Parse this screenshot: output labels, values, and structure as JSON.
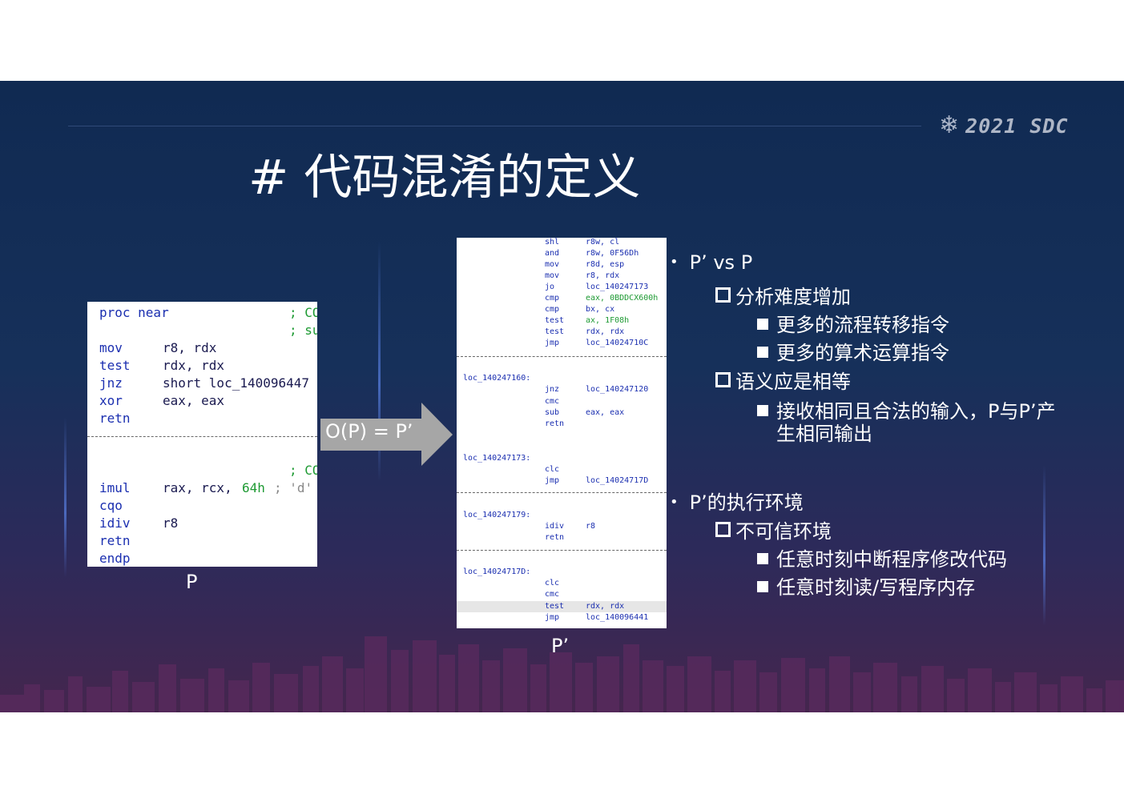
{
  "header": {
    "logo_text": "2021 SDC",
    "title": "# 代码混淆的定义"
  },
  "code_p": {
    "lines": [
      {
        "op": "proc near",
        "arg": "",
        "cmt": "; CO"
      },
      {
        "op": "",
        "arg": "",
        "cmt": "; su"
      },
      {
        "op": "mov",
        "arg": "r8, rdx",
        "cmt": ""
      },
      {
        "op": "test",
        "arg": "rdx, rdx",
        "cmt": ""
      },
      {
        "op": "jnz",
        "arg": "short loc_140096447",
        "cmt": ""
      },
      {
        "op": "xor",
        "arg": "eax, eax",
        "cmt": ""
      },
      {
        "op": "retn",
        "arg": "",
        "cmt": ""
      },
      {
        "op": "",
        "arg": "",
        "cmt": "; CO"
      },
      {
        "op": "imul",
        "arg": "rax, rcx,",
        "num": "64h",
        "tail": "; 'd'"
      },
      {
        "op": "cqo",
        "arg": "",
        "cmt": ""
      },
      {
        "op": "idiv",
        "arg": "r8",
        "cmt": ""
      },
      {
        "op": "retn",
        "arg": "",
        "cmt": ""
      },
      {
        "op": "endp",
        "arg": "",
        "cmt": ""
      }
    ],
    "caption": "P"
  },
  "transform": {
    "label": "O(P) = P’"
  },
  "code_pp": {
    "lines": [
      {
        "op": "shl",
        "arg": "r8w, cl"
      },
      {
        "op": "and",
        "arg": "r8w, 0F56Dh"
      },
      {
        "op": "mov",
        "arg": "r8d, esp"
      },
      {
        "op": "mov",
        "arg": "r8, rdx"
      },
      {
        "op": "jo",
        "arg": "loc_140247173"
      },
      {
        "op": "cmp",
        "arg": "eax, 0BDDCX600h"
      },
      {
        "op": "cmp",
        "arg": "bx, cx"
      },
      {
        "op": "test",
        "arg": "ax, 1F08h"
      },
      {
        "op": "test",
        "arg": "rdx, rdx"
      },
      {
        "op": "jmp",
        "arg": "loc_14024710C"
      },
      {
        "label": "loc_140247160:"
      },
      {
        "op": "jnz",
        "arg": "loc_140247120"
      },
      {
        "op": "cmc",
        "arg": ""
      },
      {
        "op": "sub",
        "arg": "eax, eax"
      },
      {
        "op": "retn",
        "arg": ""
      },
      {
        "label": "loc_140247173:"
      },
      {
        "op": "clc",
        "arg": ""
      },
      {
        "op": "jmp",
        "arg": "loc_14024717D"
      },
      {
        "label": "loc_140247179:"
      },
      {
        "op": "idiv",
        "arg": "r8"
      },
      {
        "op": "retn",
        "arg": ""
      },
      {
        "label": "loc_14024717D:"
      },
      {
        "op": "clc",
        "arg": ""
      },
      {
        "op": "cmc",
        "arg": ""
      },
      {
        "op": "test",
        "arg": "rdx, rdx"
      },
      {
        "op": "jmp",
        "arg": "loc_140096441"
      }
    ],
    "caption": "P’"
  },
  "bullets": {
    "s1": {
      "head": "P’ vs P",
      "sub1": "分析难度增加",
      "sub1_a": "更多的流程转移指令",
      "sub1_b": "更多的算术运算指令",
      "sub2": "语义应是相等",
      "sub2_a_line1": "接收相同且合法的输入，P与P’产",
      "sub2_a_line2": "生相同输出"
    },
    "s2": {
      "head": "P’的执行环境",
      "sub1": "不可信环境",
      "sub1_a": "任意时刻中断程序修改代码",
      "sub1_b": "任意时刻读/写程序内存"
    }
  }
}
